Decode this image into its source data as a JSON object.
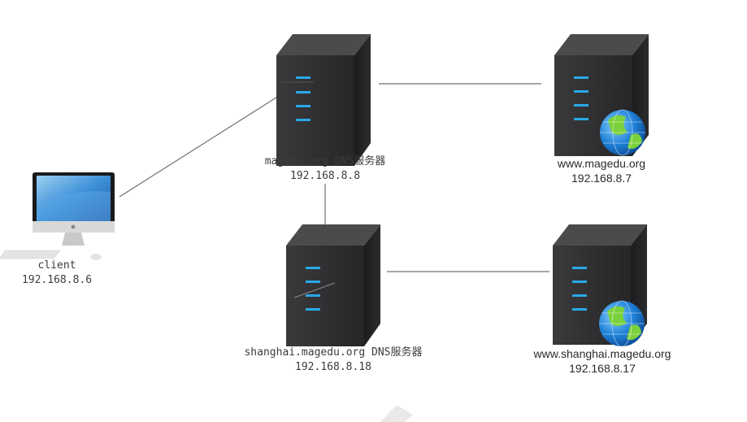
{
  "nodes": {
    "client": {
      "name": "client",
      "ip": "192.168.8.6"
    },
    "dns_magedu": {
      "name": "magedu.org DNS服务器",
      "ip": "192.168.8.8"
    },
    "web_magedu": {
      "name": "www.magedu.org",
      "ip": "192.168.8.7"
    },
    "dns_shanghai": {
      "name": "shanghai.magedu.org DNS服务器",
      "ip": "192.168.8.18"
    },
    "web_shanghai": {
      "name": "www.shanghai.magedu.org",
      "ip": "192.168.8.17"
    }
  },
  "colors": {
    "server_front": "#2e2e30",
    "server_side": "#1b1b1d",
    "server_top": "#505052",
    "led_blue": "#29a8e8",
    "globe_ocean": "#1e7fd6",
    "globe_land": "#7bd13b",
    "connector": "#6f6f6f"
  }
}
